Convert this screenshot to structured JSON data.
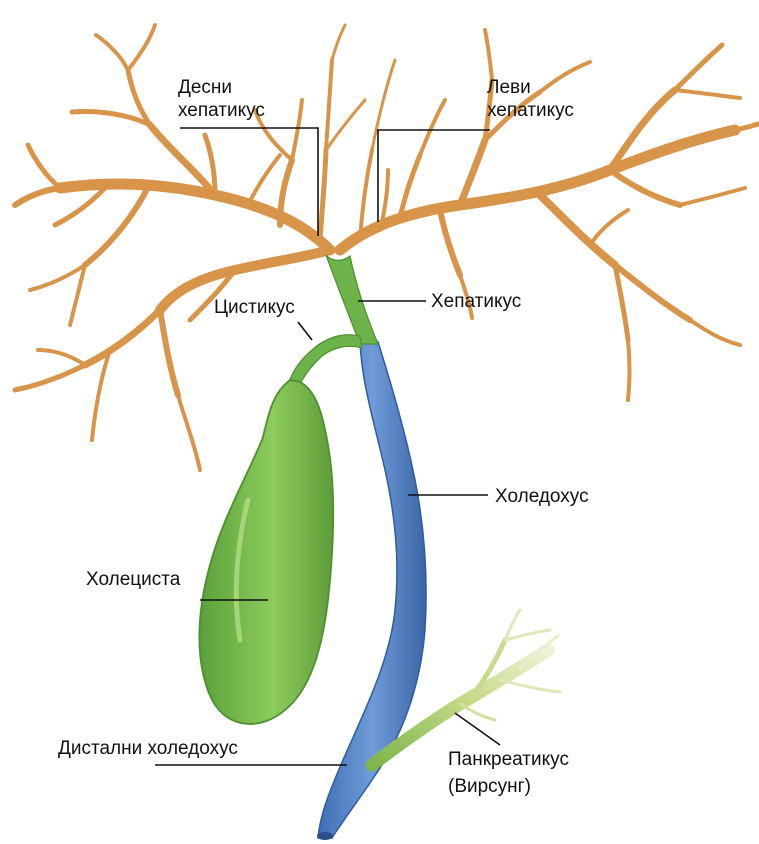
{
  "labels": {
    "right_hepatic_line1": "Десни",
    "right_hepatic_line2": "хепатикус",
    "left_hepatic_line1": "Леви",
    "left_hepatic_line2": "хепатикус",
    "cystic": "Цистикус",
    "hepatic": "Хепатикус",
    "choledochus": "Холедохус",
    "gallbladder": "Холециста",
    "distal_choledochus": "Дистални холедохус",
    "pancreatic_line1": "Панкреатикус",
    "pancreatic_line2": "(Вирсунг)"
  },
  "colors": {
    "hepatic_branches": "#d8954a",
    "hepatic_branch_edge": "#b9763a",
    "common_hepatic_duct": "#6cb34a",
    "common_bile_duct": "#4f7fc4",
    "common_bile_duct_edge": "#2f5c9e",
    "gallbladder": "#7cbd4e",
    "gallbladder_edge": "#4f8f2f",
    "pancreatic_duct": "#a8cc6a",
    "leader_line": "#111111"
  }
}
